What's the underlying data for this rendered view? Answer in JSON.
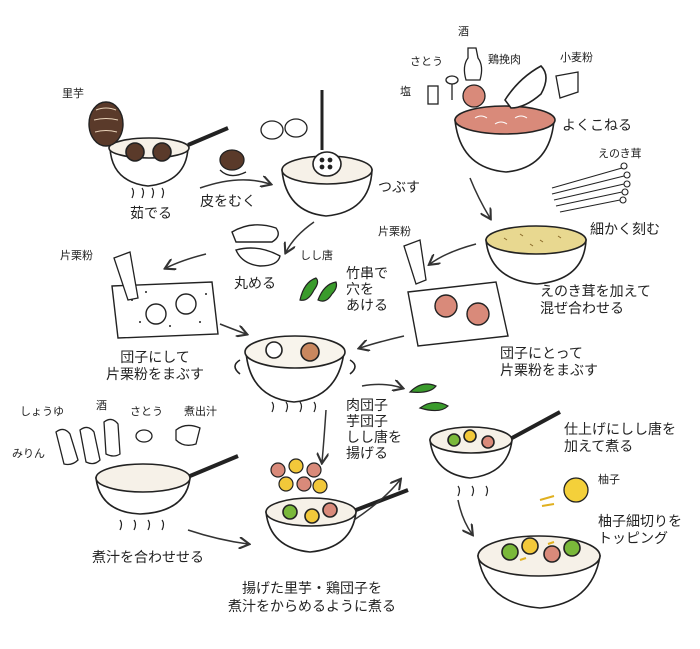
{
  "ingredients": {
    "satoimo": "里芋",
    "sake": "酒",
    "satou": "さとう",
    "toriniku": "鶏挽肉",
    "shio": "塩",
    "komugiko": "小麦粉",
    "enoki": "えのき茸",
    "katakuriko_1": "片栗粉",
    "katakuriko_2": "片栗粉",
    "shishito": "しし唐",
    "shoyu": "しょうゆ",
    "sake_2": "酒",
    "satou_2": "さとう",
    "nidashi": "煮出汁",
    "mirin": "みりん",
    "yuzu": "柚子"
  },
  "steps": {
    "yuderu": "茹でる",
    "kawa_wo_muku": "皮をむく",
    "tsubusu": "つぶす",
    "yoku_koneru": "よくこねる",
    "komakaku_kizamu": "細かく刻む",
    "enoki_kuwaete": [
      "えのき茸を加えて",
      "混ぜ合わせる"
    ],
    "marumeru": "丸める",
    "takegushi": [
      "竹串で",
      "穴を",
      "あける"
    ],
    "dango_ni_shite": [
      "団子にして",
      "片栗粉をまぶす"
    ],
    "dango_ni_totte": [
      "団子にとって",
      "片栗粉をまぶす"
    ],
    "ageru": [
      "肉団子",
      "芋団子",
      "しし唐を",
      "揚げる"
    ],
    "shiage": [
      "仕上げにしし唐を",
      "加えて煮る"
    ],
    "nijiru_awaseru": "煮汁を合わせせる",
    "yuzu_topping": [
      "柚子細切りを",
      "トッピング"
    ],
    "agetatta": [
      "揚げた里芋・鶏団子を",
      "煮汁をからめるように煮る"
    ]
  },
  "colors": {
    "ink": "#222222",
    "satoimo_brown": "#5a3a2a",
    "shishito_green": "#3a9b2c",
    "pea_green": "#7ab83a",
    "yellow": "#f2c83a",
    "dough_pink": "#d98a7a",
    "enoki_cream": "#e8d890",
    "yuzu_yellow": "#f4d03a",
    "arrow": "#333333"
  }
}
